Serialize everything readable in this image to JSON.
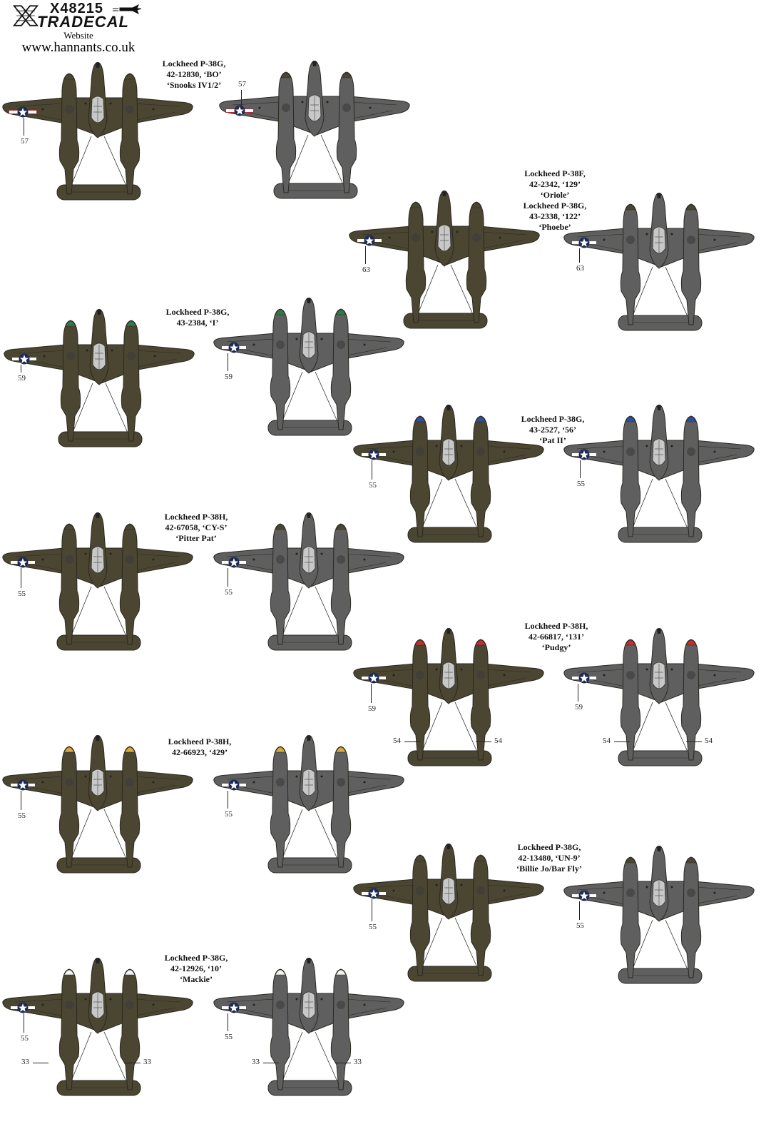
{
  "header": {
    "product_code": "X48215",
    "brand": "TRADECAL",
    "website_label": "Website",
    "website_url": "www.hannants.co.uk"
  },
  "colors": {
    "olive": "#4b4632",
    "grey": "#5f5f60",
    "outline": "#2a2820"
  },
  "schemes": [
    {
      "lines": [
        "Lockheed P-38G,",
        "42-12830, ‘BO’",
        "‘Snooks IV1/2’"
      ],
      "callouts": [
        "57",
        "57"
      ],
      "spinner": "#4b4632"
    },
    {
      "lines": [
        "Lockheed P-38F,",
        "42-2342, ‘129’",
        "‘Oriole’",
        "Lockheed P-38G,",
        "43-2338, ‘122’",
        "‘Phoebe’"
      ],
      "callouts": [
        "63",
        "63"
      ],
      "spinner": "#4b4632"
    },
    {
      "lines": [
        "Lockheed P-38G,",
        "43-2384, ‘I’"
      ],
      "callouts": [
        "59",
        "59"
      ],
      "spinner": "#2e7a4a"
    },
    {
      "lines": [
        "Lockheed P-38G,",
        "43-2527, ‘56’",
        "‘Pat II’"
      ],
      "callouts": [
        "55",
        "55"
      ],
      "spinner": "#2f4fa0"
    },
    {
      "lines": [
        "Lockheed P-38H,",
        "42-67058, ‘CY-S’",
        "‘Pitter Pat’"
      ],
      "callouts": [
        "55",
        "55"
      ],
      "spinner": "#4b4632"
    },
    {
      "lines": [
        "Lockheed P-38H,",
        "42-66817, ‘131’",
        "‘Pudgy’"
      ],
      "callouts": [
        "59",
        "59",
        "54",
        "54",
        "54",
        "54"
      ],
      "spinner": "#c03030"
    },
    {
      "lines": [
        "Lockheed P-38H,",
        "42-66923, ‘429’"
      ],
      "callouts": [
        "55",
        "55"
      ],
      "spinner": "#d9a93a"
    },
    {
      "lines": [
        "Lockheed P-38G,",
        "42-13480, ‘UN-9’",
        "‘Billie Jo/Bar Fly’"
      ],
      "callouts": [
        "55",
        "55"
      ],
      "spinner": "#4b4632"
    },
    {
      "lines": [
        "Lockheed P-38G,",
        "42-12926, ‘10’",
        "‘Mackie’"
      ],
      "callouts": [
        "55",
        "55",
        "33",
        "33",
        "33",
        "33"
      ],
      "spinner": "#f4f4f4"
    }
  ]
}
